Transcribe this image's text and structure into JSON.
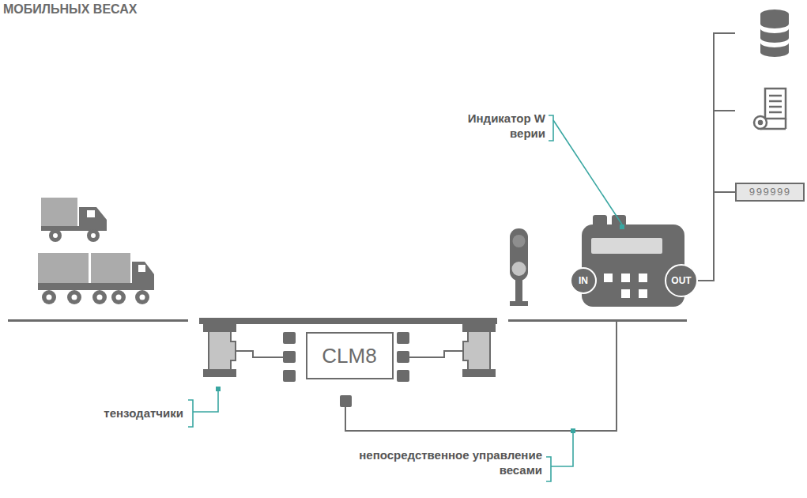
{
  "diagram": {
    "title": "МОБИЛЬНЫХ ВЕСАХ",
    "nodes": [
      {
        "text": [
          "CLM8"
        ]
      },
      {
        "text": [
          "IN"
        ]
      },
      {
        "text": [
          "OUT"
        ]
      },
      {
        "text": [
          "999999"
        ]
      }
    ],
    "edges": [
      {
        "from": 2,
        "to": 3,
        "arrow": "none"
      }
    ],
    "labels": [
      "Индикатор W верии",
      "тензодатчики",
      "непосредственное управление весами"
    ]
  }
}
